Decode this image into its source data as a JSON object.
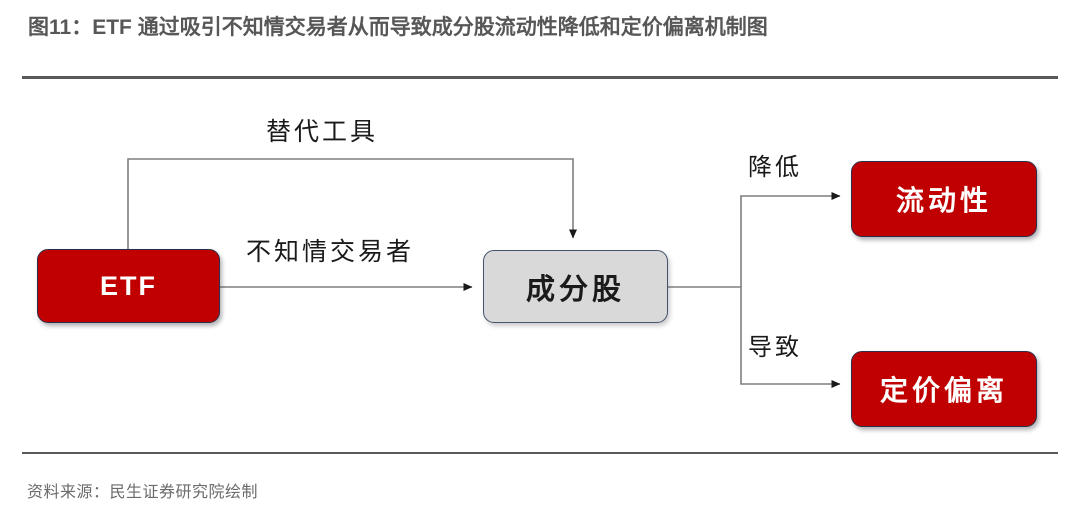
{
  "figure": {
    "title": "图11：ETF 通过吸引不知情交易者从而导致成分股流动性降低和定价偏离机制图",
    "source": "资料来源：民生证券研究院绘制"
  },
  "colors": {
    "node_red_fill": "#C00000",
    "node_red_border": "#2E2E4A",
    "node_gray_fill": "#D9D9D9",
    "node_gray_border": "#44546A",
    "connector": "#7F7F7F",
    "arrowhead": "#1A1A1A",
    "title_text": "#575757",
    "rule": "#595959",
    "source_text": "#6B6B6B"
  },
  "diagram": {
    "type": "flowchart",
    "nodes": [
      {
        "id": "etf",
        "label": "ETF",
        "style": "red",
        "script": "latin"
      },
      {
        "id": "components",
        "label": "成分股",
        "style": "gray",
        "script": "cjk"
      },
      {
        "id": "liquidity",
        "label": "流动性",
        "style": "red",
        "script": "cjk"
      },
      {
        "id": "mispricing",
        "label": "定价偏离",
        "style": "red",
        "script": "cjk"
      }
    ],
    "edges": [
      {
        "id": "etf-to-components-top",
        "from": "etf",
        "to": "components",
        "label": "替代工具",
        "route": "up-over-down"
      },
      {
        "id": "etf-to-components-main",
        "from": "etf",
        "to": "components",
        "label": "不知情交易者",
        "route": "straight"
      },
      {
        "id": "components-to-liquidity",
        "from": "components",
        "to": "liquidity",
        "label": "降低",
        "route": "fork-up"
      },
      {
        "id": "components-to-mispricing",
        "from": "components",
        "to": "mispricing",
        "label": "导致",
        "route": "fork-down"
      }
    ]
  }
}
